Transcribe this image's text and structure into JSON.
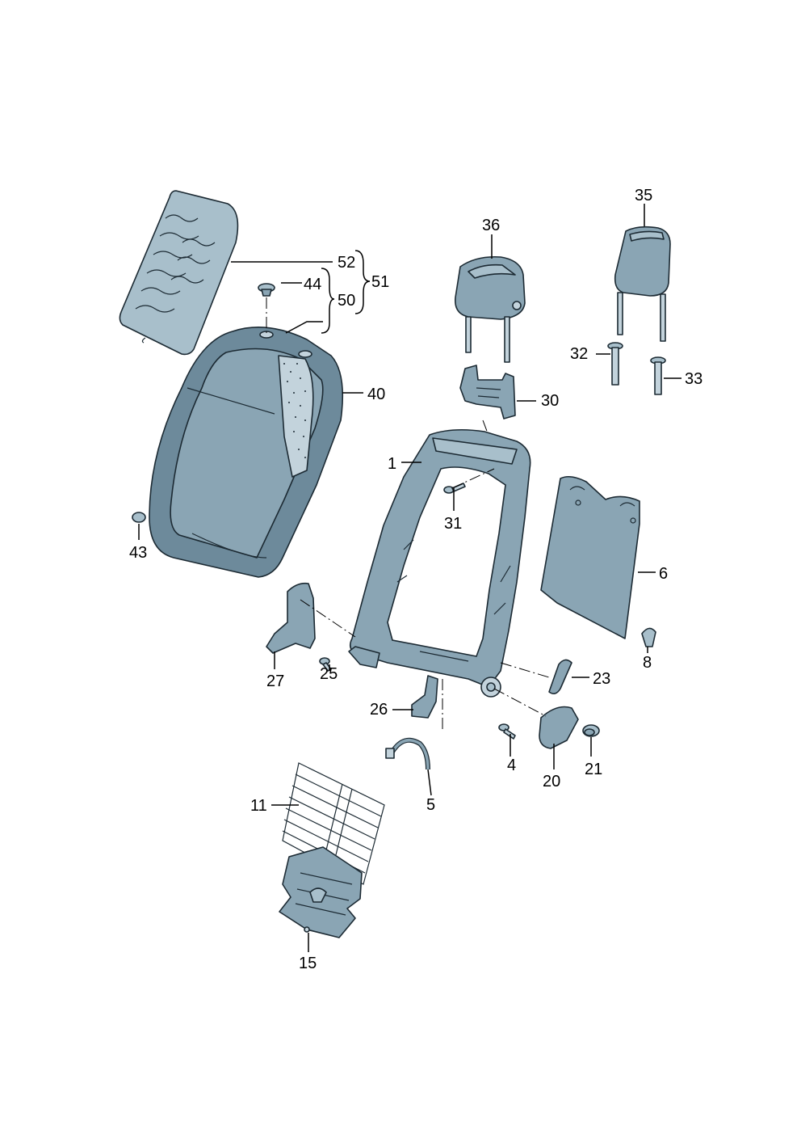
{
  "callouts": [
    {
      "id": "c1",
      "label": "1"
    },
    {
      "id": "c4",
      "label": "4"
    },
    {
      "id": "c5",
      "label": "5"
    },
    {
      "id": "c6",
      "label": "6"
    },
    {
      "id": "c8",
      "label": "8"
    },
    {
      "id": "c11",
      "label": "11"
    },
    {
      "id": "c15",
      "label": "15"
    },
    {
      "id": "c20",
      "label": "20"
    },
    {
      "id": "c21",
      "label": "21"
    },
    {
      "id": "c23",
      "label": "23"
    },
    {
      "id": "c25",
      "label": "25"
    },
    {
      "id": "c26",
      "label": "26"
    },
    {
      "id": "c27",
      "label": "27"
    },
    {
      "id": "c30",
      "label": "30"
    },
    {
      "id": "c31",
      "label": "31"
    },
    {
      "id": "c32",
      "label": "32"
    },
    {
      "id": "c33",
      "label": "33"
    },
    {
      "id": "c35",
      "label": "35"
    },
    {
      "id": "c36",
      "label": "36"
    },
    {
      "id": "c40",
      "label": "40"
    },
    {
      "id": "c43",
      "label": "43"
    },
    {
      "id": "c44",
      "label": "44"
    },
    {
      "id": "c50",
      "label": "50"
    },
    {
      "id": "c51",
      "label": "51"
    },
    {
      "id": "c52",
      "label": "52"
    }
  ]
}
